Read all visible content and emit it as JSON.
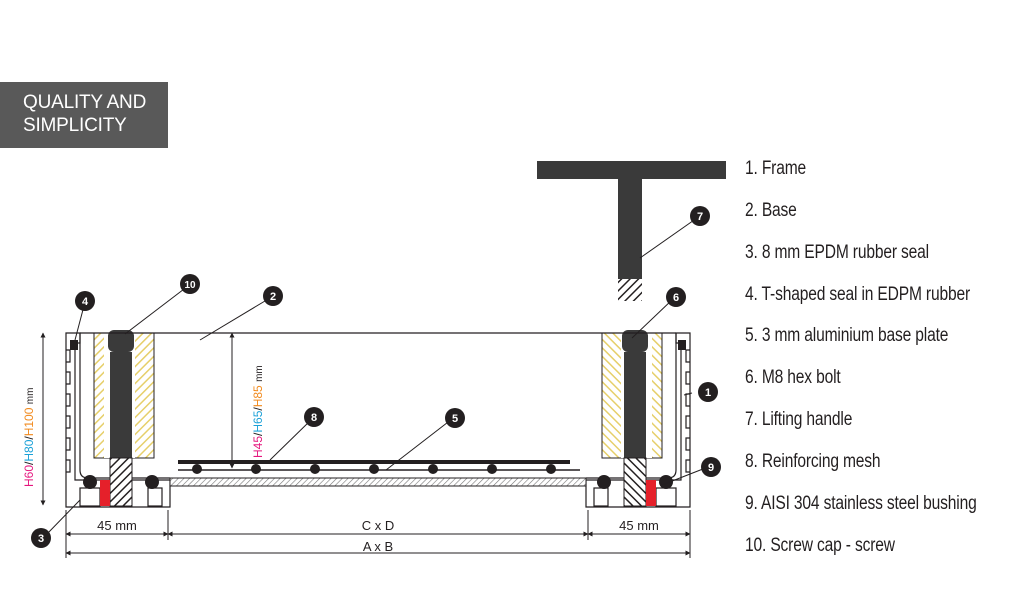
{
  "banner": {
    "line1": "QUALITY AND",
    "line2": "SIMPLICITY"
  },
  "legend": [
    "1. Frame",
    "2. Base",
    "3. 8 mm EPDM rubber seal",
    "4. T-shaped seal in EDPM rubber",
    "5. 3 mm aluminium base plate",
    "6. M8 hex bolt",
    "7. Lifting handle",
    "8. Reinforcing mesh",
    "9. AISI 304 stainless steel bushing",
    "10. Screw cap - screw"
  ],
  "callouts": [
    "1",
    "2",
    "3",
    "4",
    "5",
    "6",
    "7",
    "8",
    "9",
    "10"
  ],
  "dimensions": {
    "left_width": "45 mm",
    "right_width": "45 mm",
    "inner": "C x D",
    "outer": "A x B",
    "outer_height": {
      "h1": "H60",
      "h2": "H80",
      "h3": "H100",
      "unit": "mm"
    },
    "inner_height": {
      "h1": "H45",
      "h2": "H65",
      "h3": "H85",
      "unit": "mm"
    }
  },
  "colors": {
    "magenta": "#e5167e",
    "cyan": "#1ba1d8",
    "orange": "#f18a1d",
    "dark": "#231f20",
    "banner": "#595959",
    "seal_red": "#e5202a",
    "hatch": "#e6cf6a"
  }
}
